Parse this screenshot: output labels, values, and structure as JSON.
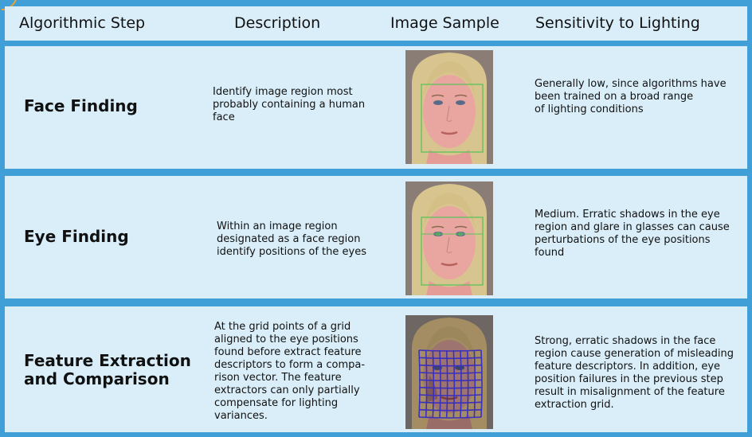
{
  "header": {
    "col_step": "Algorithmic Step",
    "col_description": "Description",
    "col_image": "Image Sample",
    "col_sensitivity": "Sensitivity to Lighting"
  },
  "rows": [
    {
      "step": "Face Finding",
      "description_lines": [
        "Identify image region most",
        "probably containing a human",
        "face"
      ],
      "sensitivity_lines": [
        "Generally low, since algorithms have",
        "been trained on a broad range",
        "of lighting conditions"
      ],
      "overlay": "face-box"
    },
    {
      "step": "Eye Finding",
      "description_lines": [
        "Within an image region",
        "designated as a face region",
        "identify positions of the eyes"
      ],
      "sensitivity_lines": [
        "Medium. Erratic shadows in the eye",
        "region and glare in glasses can cause",
        "perturbations of the eye positions",
        "found"
      ],
      "overlay": "eye-box"
    },
    {
      "step_lines": [
        "Feature Extraction",
        "and Comparison"
      ],
      "description_lines": [
        "At the grid points of a grid",
        "aligned to the eye positions",
        "found before extract feature",
        "descriptors to form a compa-",
        "rison vector. The feature",
        "extractors can only partially",
        "compensate for lighting",
        "variances."
      ],
      "sensitivity_lines": [
        " Strong, erratic shadows in the face",
        "region cause generation of misleading",
        "feature descriptors. In addition, eye",
        "position failures in the previous step",
        "result in misalignment of the feature",
        "extraction grid."
      ],
      "overlay": "feature-grid"
    }
  ],
  "colors": {
    "background": "#3f9fd6",
    "panel": "#d9eef9",
    "overlay_box": "#5cc35c",
    "grid_lines": "#3a2fbf",
    "accent_arc": "#e8a531"
  }
}
